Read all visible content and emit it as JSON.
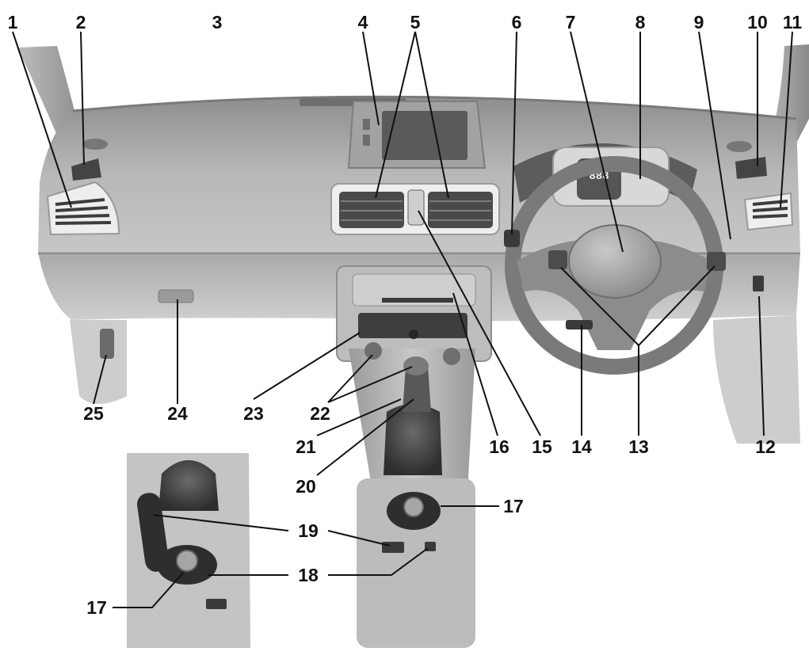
{
  "diagram": {
    "colors": {
      "background": "#ffffff",
      "leader": "#111111",
      "label": "#111111"
    },
    "callouts": [
      {
        "id": "c1",
        "label": "1"
      },
      {
        "id": "c2",
        "label": "2"
      },
      {
        "id": "c3",
        "label": "3"
      },
      {
        "id": "c4",
        "label": "4"
      },
      {
        "id": "c5",
        "label": "5"
      },
      {
        "id": "c6",
        "label": "6"
      },
      {
        "id": "c7",
        "label": "7"
      },
      {
        "id": "c8",
        "label": "8"
      },
      {
        "id": "c9",
        "label": "9"
      },
      {
        "id": "c10",
        "label": "10"
      },
      {
        "id": "c11",
        "label": "11"
      },
      {
        "id": "c12",
        "label": "12"
      },
      {
        "id": "c13",
        "label": "13"
      },
      {
        "id": "c14",
        "label": "14"
      },
      {
        "id": "c15",
        "label": "15"
      },
      {
        "id": "c16",
        "label": "16"
      },
      {
        "id": "c17a",
        "label": "17"
      },
      {
        "id": "c17b",
        "label": "17"
      },
      {
        "id": "c18",
        "label": "18"
      },
      {
        "id": "c19",
        "label": "19"
      },
      {
        "id": "c20",
        "label": "20"
      },
      {
        "id": "c21",
        "label": "21"
      },
      {
        "id": "c22",
        "label": "22"
      },
      {
        "id": "c23",
        "label": "23"
      },
      {
        "id": "c24",
        "label": "24"
      },
      {
        "id": "c25",
        "label": "25"
      }
    ],
    "instrument_cluster": {
      "digits": "888"
    }
  }
}
